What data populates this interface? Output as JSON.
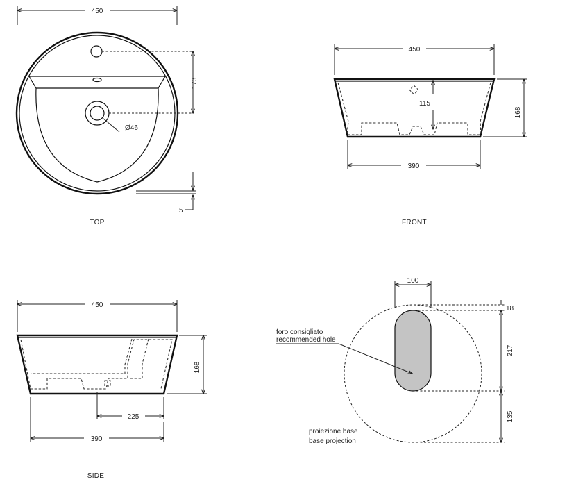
{
  "views": {
    "top": {
      "caption": "TOP",
      "dims": {
        "width": "450",
        "height": "173",
        "hole_diameter": "Ø46",
        "rim": "5"
      }
    },
    "front": {
      "caption": "FRONT",
      "dims": {
        "width": "450",
        "height": "168",
        "hole_offset": "115",
        "base": "390"
      }
    },
    "side": {
      "caption": "SIDE",
      "dims": {
        "width": "450",
        "height": "168",
        "offset": "225",
        "base": "390"
      }
    },
    "base": {
      "dims": {
        "hole_width": "100",
        "top_offset": "18",
        "hole_length": "217",
        "bottom_offset": "135"
      },
      "label_hole_it": "foro consigliato",
      "label_hole_en": "recommended hole",
      "label_base_it": "proiezione base",
      "label_base_en": "base projection",
      "hole_fill": "#c4c4c4"
    }
  }
}
